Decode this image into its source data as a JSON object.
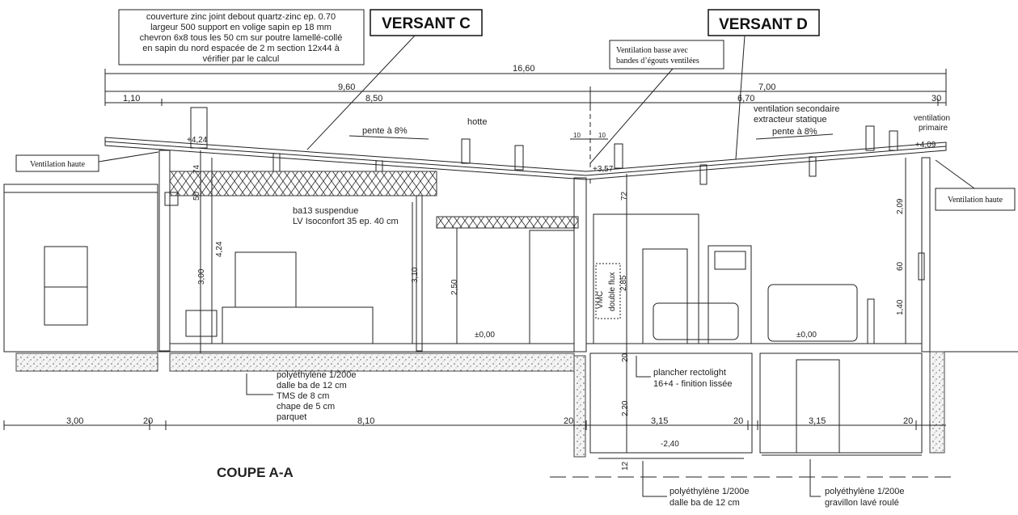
{
  "notes": {
    "roof_spec": [
      "couverture zinc joint debout quartz-zinc ep. 0.70",
      "largeur 500 support en volige sapin ep 18 mm",
      "chevron 6x8 tous les 50 cm sur poutre lamellé-collé",
      "en sapin du nord espacée de  2 m section 12x44 à",
      "vérifier par le calcul"
    ],
    "versant_c": "VERSANT C",
    "versant_d": "VERSANT D",
    "ventilation_basse": [
      "Ventilation basse avec",
      "bandes d’égouts ventilées"
    ],
    "ventilation_haute_left": "Ventilation haute",
    "ventilation_haute_right": "Ventilation haute",
    "hotte": "hotte",
    "pente_left": "pente à 8%",
    "pente_right": "pente à 8%",
    "ventilation_secondaire": [
      "ventilation secondaire",
      "extracteur statique"
    ],
    "ventilation_primaire": [
      "ventilation",
      "primaire"
    ],
    "ceiling": [
      "ba13 suspendue",
      "LV Isoconfort 35 ep. 40 cm"
    ],
    "floor_left": [
      "polyéthylène 1/200e",
      "dalle ba de 12 cm",
      "TMS de 8 cm",
      "chape de 5 cm",
      "parquet"
    ],
    "plancher": [
      "plancher rectolight",
      "16+4 - finition lissée"
    ],
    "bottom_left": [
      "polyéthylène 1/200e",
      "dalle ba de 12 cm"
    ],
    "bottom_right": [
      "polyéthylène 1/200e",
      "gravillon lavé roulé"
    ],
    "vmc": [
      "VMC",
      "double flux"
    ],
    "title": "COUPE A-A"
  },
  "dimensions": {
    "total": "16,60",
    "d960": "9,60",
    "d700": "7,00",
    "d110": "1,10",
    "d850": "8,50",
    "d670": "6,70",
    "d30": "30",
    "b300": "3,00",
    "b20a": "20",
    "b810": "8,10",
    "b20b": "20",
    "b315a": "3,15",
    "b20c": "20",
    "b315b": "3,15",
    "b20d": "20",
    "lvl424": "+4,24",
    "lvl357": "+3,57",
    "lvl409": "+4,09",
    "lvl000a": "±0,00",
    "lvl000b": "±0,00",
    "lvl240": "-2,40",
    "v424": "4,24",
    "v300": "3,00",
    "v310": "3,10",
    "v250": "2,50",
    "v72": "72",
    "v285": "2,85",
    "v209": "2,09",
    "v60": "60",
    "v140": "1,40",
    "v20": "20",
    "v220": "2,20",
    "v10a": "10",
    "v10b": "10",
    "v12": "12",
    "v74": "74",
    "v50": "50"
  }
}
